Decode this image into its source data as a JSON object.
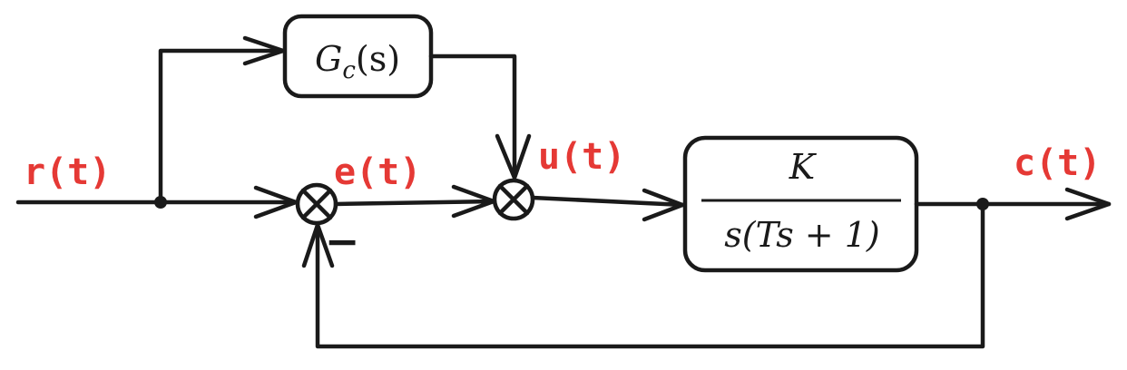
{
  "colors": {
    "line": "#1a1a1a",
    "signal_label": "#e53935",
    "background": "#ffffff"
  },
  "signals": {
    "reference": "r(t)",
    "error": "e(t)",
    "control": "u(t)",
    "output": "c(t)"
  },
  "blocks": {
    "compensator": {
      "base": "G",
      "subscript": "c",
      "argument": "(s)"
    },
    "plant": {
      "numerator": "K",
      "denominator": "s(Ts + 1)"
    }
  },
  "summing_junctions": {
    "first": {
      "feedback_sign": "−"
    }
  }
}
